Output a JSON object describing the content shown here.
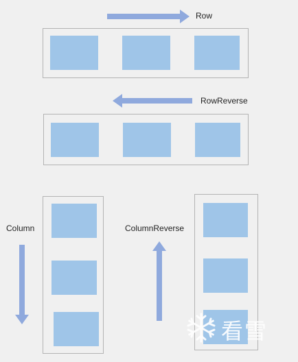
{
  "colors": {
    "background": "#f0f0f0",
    "box_fill": "#9fc5e8",
    "arrow_fill": "#8fa9dd",
    "container_border": "#b3b3b3",
    "watermark": "#ffffff"
  },
  "diagram": {
    "row": {
      "label": "Row",
      "arrow_direction": "right"
    },
    "row_reverse": {
      "label": "RowReverse",
      "arrow_direction": "left"
    },
    "column": {
      "label": "Column",
      "arrow_direction": "down"
    },
    "column_reverse": {
      "label": "ColumnReverse",
      "arrow_direction": "up"
    }
  },
  "watermark": {
    "text": "看雪",
    "icon": "snowflake-icon"
  }
}
